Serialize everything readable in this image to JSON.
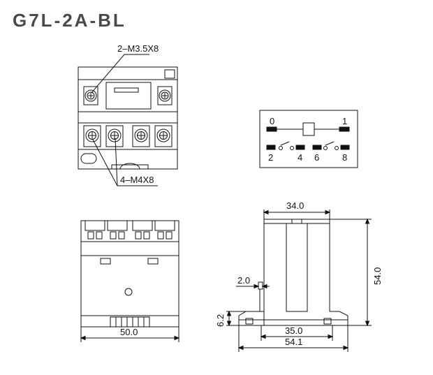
{
  "title": "G7L-2A-BL",
  "top_view": {
    "callout_top": "2–M3.5X8",
    "callout_bottom": "4–M4X8"
  },
  "wiring": {
    "coil_left": "0",
    "coil_right": "1",
    "contact_labels": [
      "2",
      "4",
      "6",
      "8"
    ]
  },
  "front_view": {
    "width_dim": "50.0"
  },
  "side_view": {
    "top_width_dim": "34.0",
    "height_dim": "54.0",
    "offset_dim": "2.0",
    "flange_dim": "6.2",
    "inner_width_dim": "35.0",
    "total_width_dim": "54.1"
  },
  "colors": {
    "line": "#111111",
    "title": "#4a4a4a"
  }
}
